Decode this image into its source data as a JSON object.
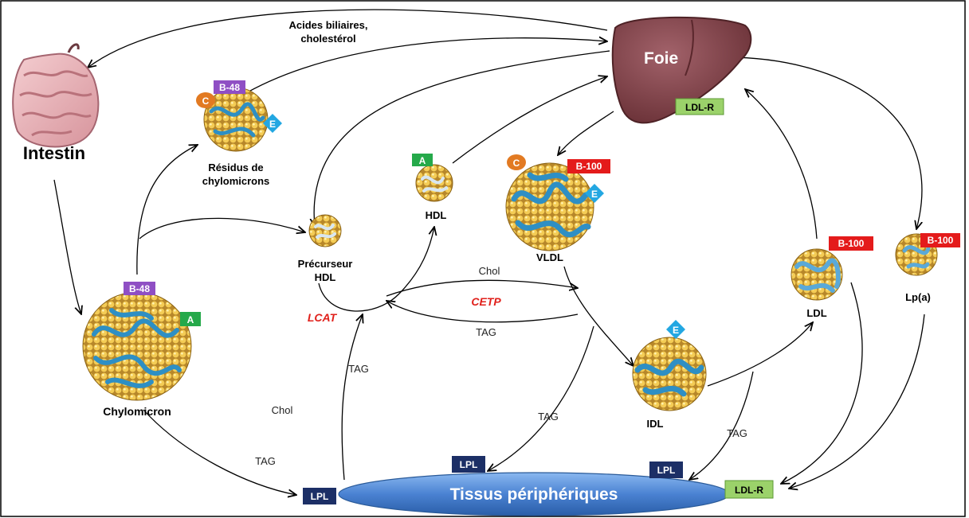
{
  "colors": {
    "lipoprotein_core": "#f2c24a",
    "apo_chain": "#2e8fc4",
    "liver": "#8a4a4e",
    "tissue": "#4f8ad8",
    "red_text": "#e0201b",
    "apo_A": "#25a94a",
    "apo_B48": "#8f4fc4",
    "apo_B100": "#e41b1b",
    "apo_C": "#e27a22",
    "apo_E": "#23a7e2",
    "LPL_box": "#1c2f66",
    "LDLR_box": "#9bd26a"
  },
  "organs": {
    "intestin": "Intestin",
    "foie": "Foie",
    "tissus": "Tissus périphériques"
  },
  "particles": {
    "chylomicron": "Chylomicron",
    "residus_line1": "Résidus de",
    "residus_line2": "chylomicrons",
    "precurseur_line1": "Précurseur",
    "precurseur_line2": "HDL",
    "hdl": "HDL",
    "vldl": "VLDL",
    "idl": "IDL",
    "ldl": "LDL",
    "lpa": "Lp(a)"
  },
  "apolipoproteins": {
    "A": "A",
    "B48": "B-48",
    "B100": "B-100",
    "C": "C",
    "E": "E"
  },
  "receptors": {
    "lpl": "LPL",
    "ldlr": "LDL-R"
  },
  "enzymes": {
    "lcat": "LCAT",
    "cetp": "CETP"
  },
  "flow_labels": {
    "acides_line1": "Acides biliaires,",
    "acides_line2": "cholestérol",
    "chol": "Chol",
    "tag": "TAG"
  }
}
